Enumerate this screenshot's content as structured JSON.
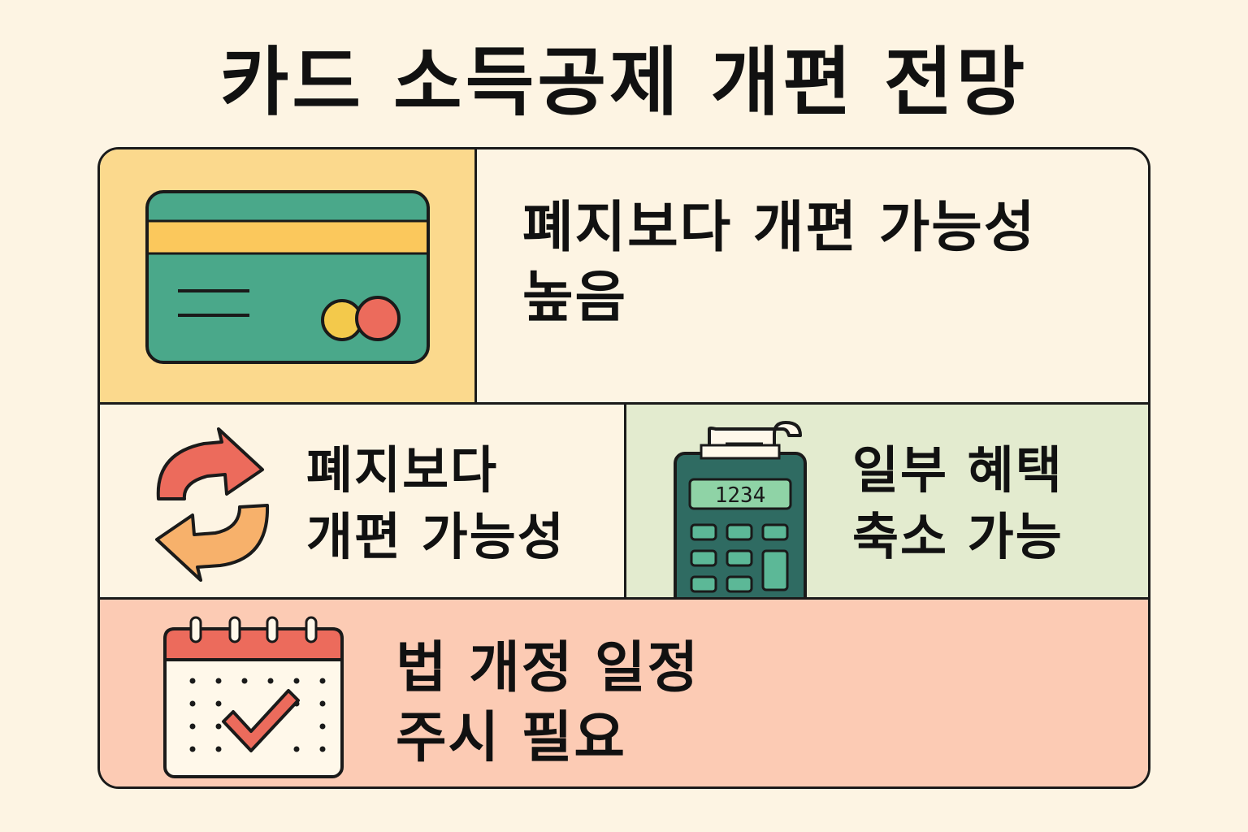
{
  "title": "카드 소득공제 개편 전망",
  "panels": {
    "top_right": {
      "lines": [
        "폐지보다 개편 가능성",
        "높음"
      ]
    },
    "middle_left": {
      "lines": [
        "폐지보다",
        "개편 가능성"
      ]
    },
    "middle_right": {
      "lines": [
        "일부 혜택",
        "축소 가능"
      ]
    },
    "bottom": {
      "lines": [
        "법 개정 일정",
        "주시 필요"
      ]
    }
  },
  "calculator": {
    "display": "1234"
  },
  "icons": {
    "top_left": "credit-card-icon",
    "middle_left": "refresh-arrows-icon",
    "middle_right": "pos-terminal-icon",
    "bottom": "calendar-check-icon"
  },
  "colors": {
    "background": "#fdf4e3",
    "card_panel": "#fbd98d",
    "terminal_panel": "#e3ebcf",
    "calendar_panel": "#fccbb4",
    "card_green": "#4aa88a",
    "accent_red": "#ec6b5c",
    "accent_orange": "#f7b16b",
    "terminal_green": "#2f6b62"
  }
}
